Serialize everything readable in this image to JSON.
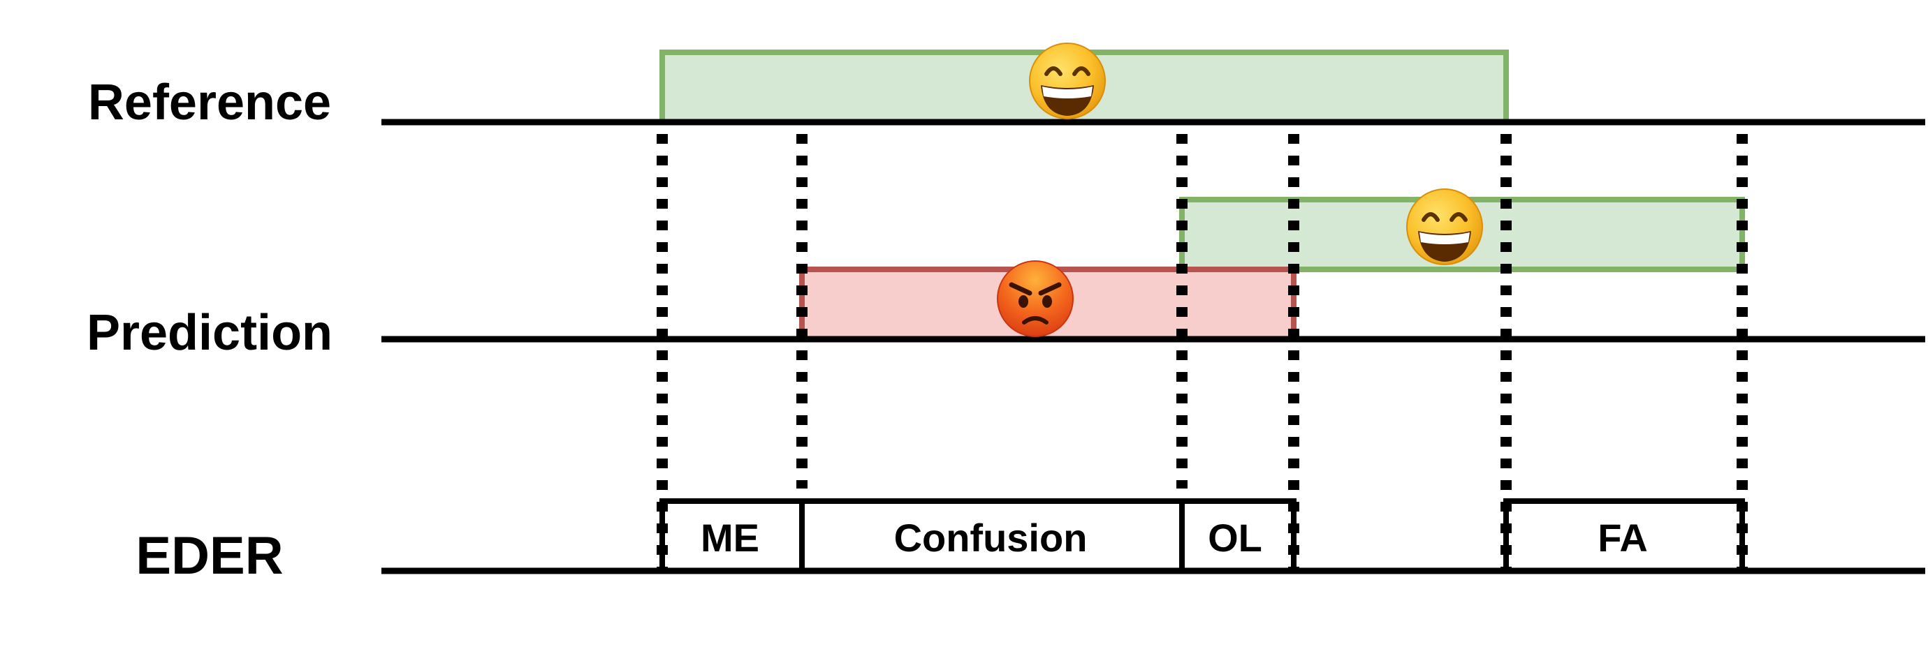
{
  "rows": {
    "reference": "Reference",
    "prediction": "Prediction",
    "eder": "EDER"
  },
  "eder_segments": {
    "me": "ME",
    "confusion": "Confusion",
    "ol": "OL",
    "fa": "FA"
  },
  "colors": {
    "correct_fill": "#d5e8d4",
    "correct_stroke": "#82b366",
    "wrong_fill": "#f8cecc",
    "wrong_stroke": "#b85450",
    "line": "#000000"
  },
  "icons": {
    "reference_event": "grinning-face-icon",
    "prediction_event_correct": "grinning-face-icon",
    "prediction_event_wrong": "angry-face-icon"
  }
}
